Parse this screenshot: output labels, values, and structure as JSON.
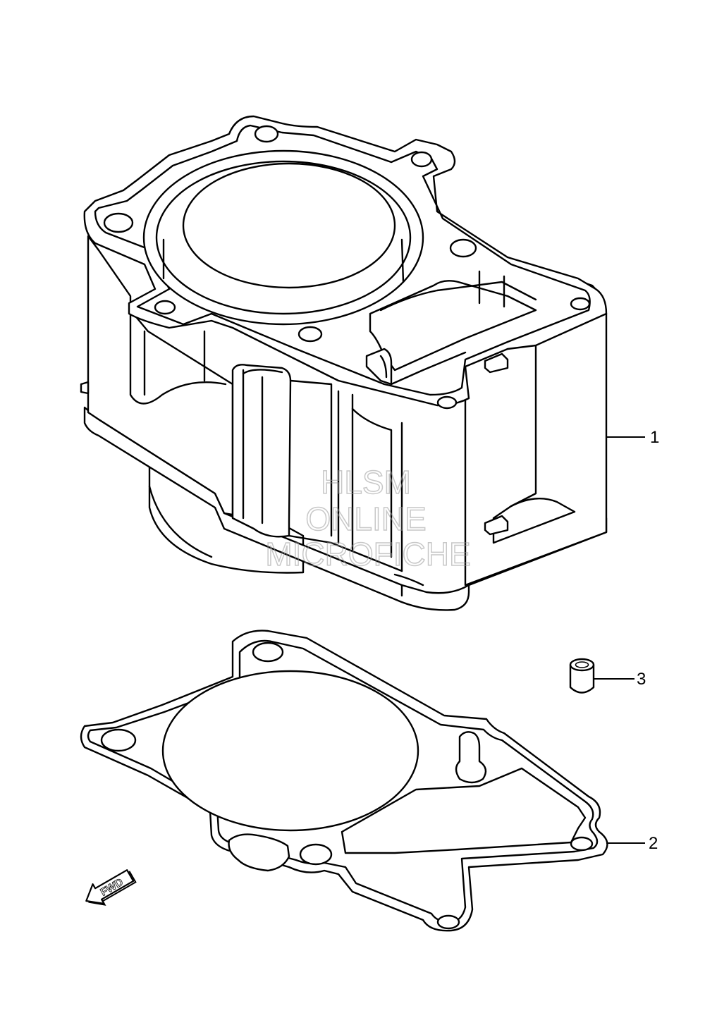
{
  "callouts": [
    {
      "id": "1",
      "label": "1"
    },
    {
      "id": "2",
      "label": "2"
    },
    {
      "id": "3",
      "label": "3"
    }
  ],
  "fwd_label": "FWD",
  "watermark": {
    "line1": "HLSM",
    "line2": "ONLINE",
    "line3": "MICROFICHE"
  }
}
